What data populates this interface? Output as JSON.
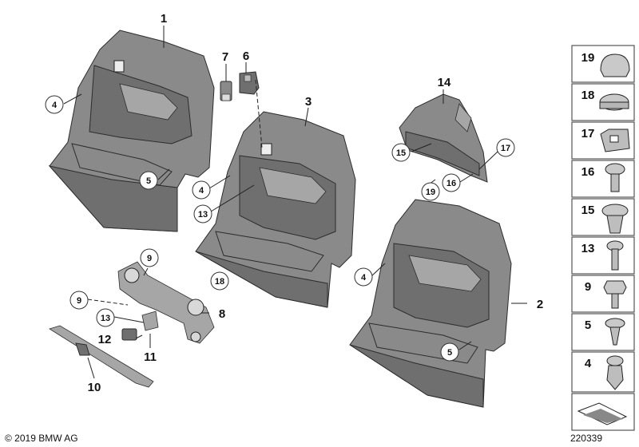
{
  "diagram": {
    "callouts": {
      "c1": "1",
      "c2": "2",
      "c3": "3",
      "c4a": "4",
      "c4b": "4",
      "c4c": "4",
      "c5a": "5",
      "c5b": "5",
      "c6": "6",
      "c7": "7",
      "c8": "8",
      "c9a": "9",
      "c9b": "9",
      "c10": "10",
      "c11": "11",
      "c12": "12",
      "c13a": "13",
      "c13b": "13",
      "c14": "14",
      "c15": "15",
      "c16": "16",
      "c17": "17",
      "c18": "18",
      "c19": "19"
    },
    "fastener_column": [
      "19",
      "18",
      "17",
      "16",
      "15",
      "13",
      "9",
      "5",
      "4"
    ]
  },
  "footer": {
    "copyright": "© 2019 BMW AG",
    "diagram_number": "220339"
  }
}
